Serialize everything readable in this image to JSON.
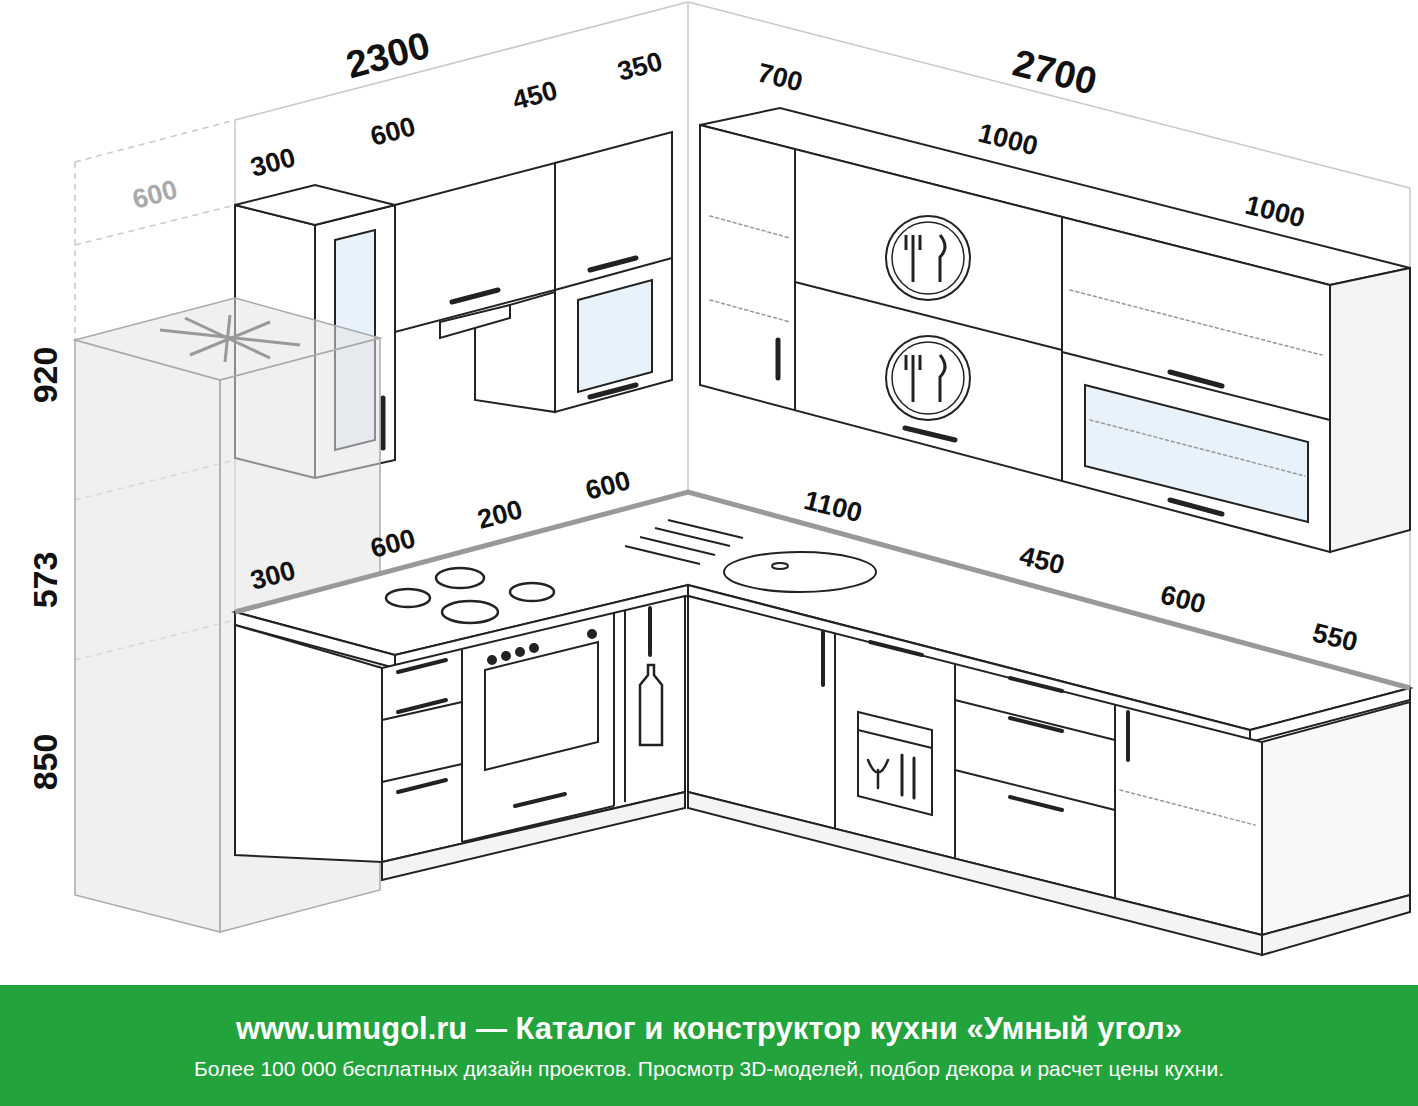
{
  "diagram": {
    "nodes": [
      {
        "text": [
          "www.umugol.ru — Каталог и конструктор кухни «Умный угол»",
          "Более 100 000 бесплатных дизайн проектов. Просмотр 3D-моделей, подбор декора и расчет цены кухни."
        ]
      }
    ],
    "labels": [
      "2300",
      "300",
      "600",
      "450",
      "350",
      "700",
      "2700",
      "1000",
      "1000",
      "600",
      "920",
      "573",
      "850",
      "300",
      "600",
      "200",
      "600",
      "1100",
      "450",
      "600",
      "550"
    ]
  }
}
